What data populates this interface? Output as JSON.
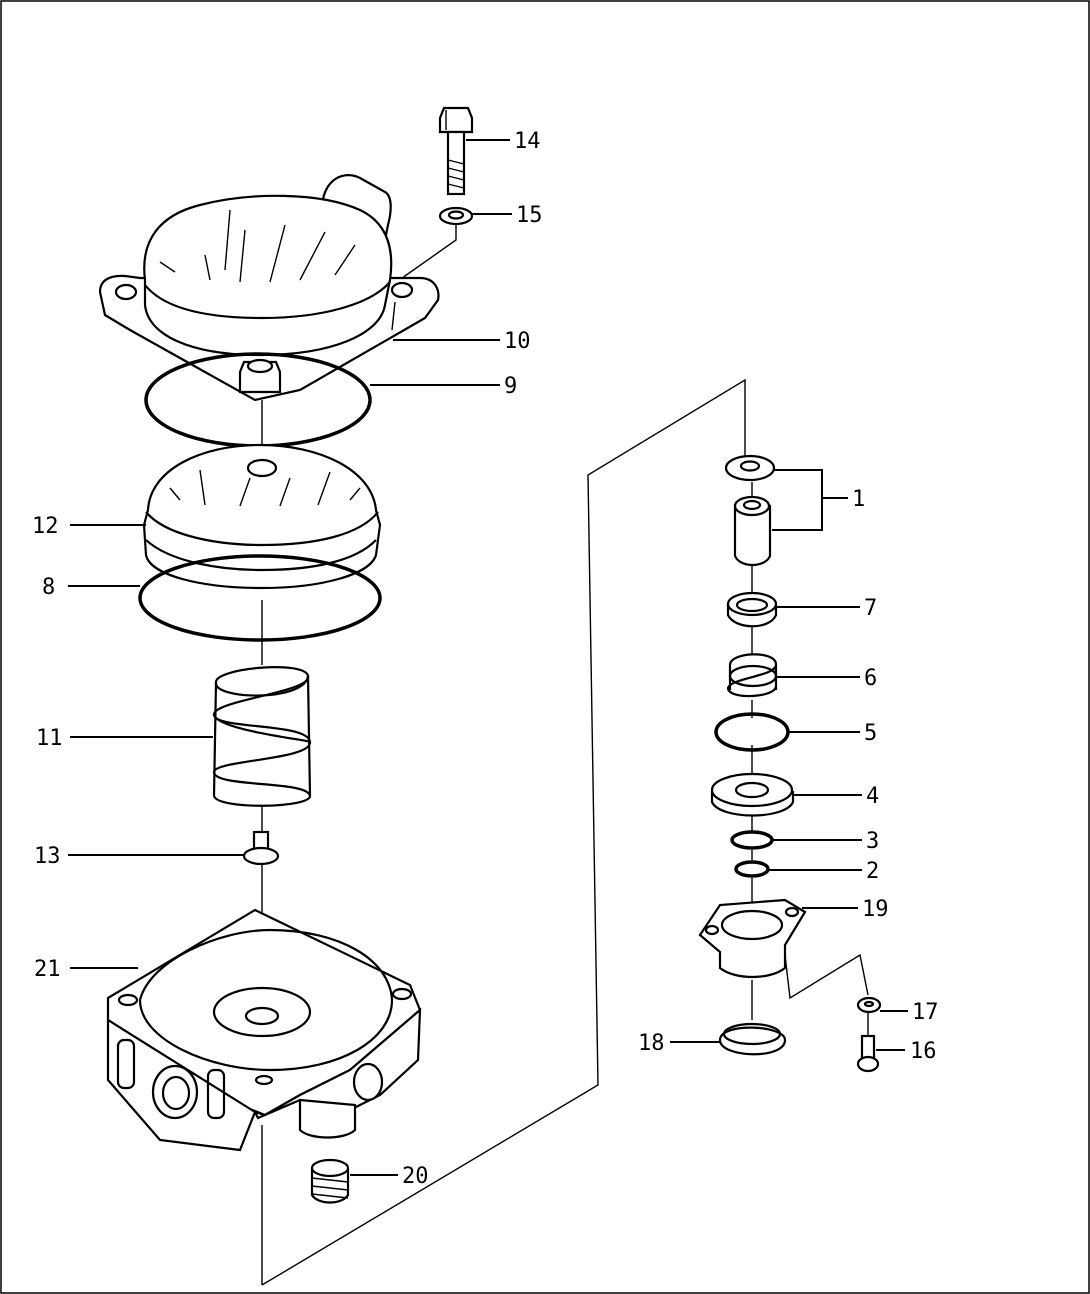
{
  "diagram": {
    "labels": {
      "p1": "1",
      "p2": "2",
      "p3": "3",
      "p4": "4",
      "p5": "5",
      "p6": "6",
      "p7": "7",
      "p8": "8",
      "p9": "9",
      "p10": "10",
      "p11": "11",
      "p12": "12",
      "p13": "13",
      "p14": "14",
      "p15": "15",
      "p16": "16",
      "p17": "17",
      "p18": "18",
      "p19": "19",
      "p20": "20",
      "p21": "21"
    }
  }
}
